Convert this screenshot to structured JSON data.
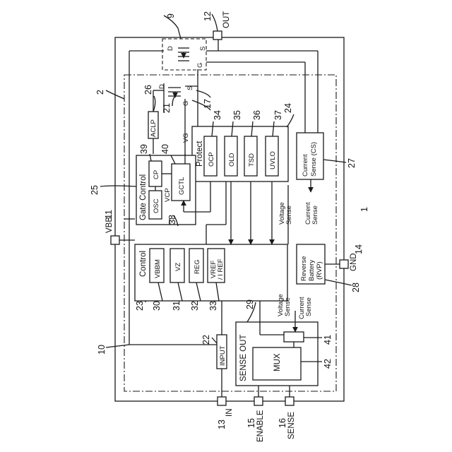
{
  "pins": {
    "out": "OUT",
    "vbb": "VBB",
    "gnd": "GND",
    "in": "IN",
    "enable": "ENABLE",
    "sense": "SENSE"
  },
  "refs": {
    "r2": "2",
    "r9": "9",
    "r10": "10",
    "r11": "11",
    "r12": "12",
    "r13": "13",
    "r14": "14",
    "r15": "15",
    "r16": "16",
    "r17": "17",
    "r21": "21",
    "r22": "22",
    "r23": "23",
    "r24": "24",
    "r25": "25",
    "r26": "26",
    "r27": "27",
    "r28": "28",
    "r29": "29",
    "r30": "30",
    "r31": "31",
    "r32": "32",
    "r33": "33",
    "r34": "34",
    "r35": "35",
    "r36": "36",
    "r37": "37",
    "r38": "38",
    "r39": "39",
    "r40": "40",
    "r41": "41",
    "r42": "42",
    "r1": "1"
  },
  "transistor": {
    "d": "D",
    "s": "S",
    "g": "G"
  },
  "labels": {
    "vg": "VG",
    "aclp": "ACLP",
    "protect": "Protect",
    "ocp": "OCP",
    "old": "OLD",
    "tsd": "TSD",
    "uvlo": "UVLO",
    "cs_title": "Current Sense (CS)",
    "cs_line1": "Current",
    "cs_line2": "Sense (CS)",
    "gate_control": "Gate Control",
    "osc": "OSC",
    "cp": "CP",
    "vcp": "VCP",
    "gctl": "GCTL",
    "control": "Control",
    "vbbm": "VBBM",
    "vz": "VZ",
    "reg": "REG",
    "vref": "VREF",
    "iref": "/ I REF",
    "rev1": "Reverse",
    "rev2": "Battery",
    "rev3": "(RVP)",
    "input": "INPUT",
    "sense_out": "SENSE OUT",
    "mux": "MUX",
    "voltage": "Voltage",
    "sense_word": "Sense",
    "current": "Current"
  }
}
